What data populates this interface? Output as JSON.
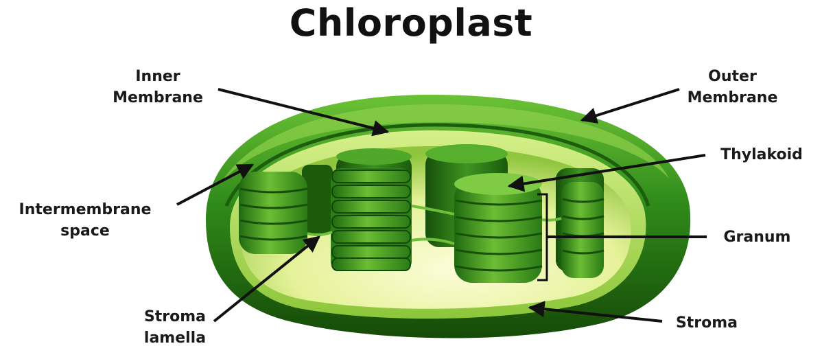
{
  "title": "Chloroplast",
  "labels": {
    "inner_membrane": [
      "Inner",
      "Membrane"
    ],
    "outer_membrane": [
      "Outer",
      "Membrane"
    ],
    "thylakoid": [
      "Thylakoid"
    ],
    "intermembrane_space": [
      "Intermembrane",
      "space"
    ],
    "granum": [
      "Granum"
    ],
    "stroma_lamella": [
      "Stroma",
      "lamella"
    ],
    "stroma": [
      "Stroma"
    ]
  },
  "colors": {
    "outer_green": "#2f8a1a",
    "dark_green": "#1d5e0e",
    "light_green": "#a6d83a",
    "pale_yellow": "#f3f7a6",
    "arrow": "#111111"
  }
}
